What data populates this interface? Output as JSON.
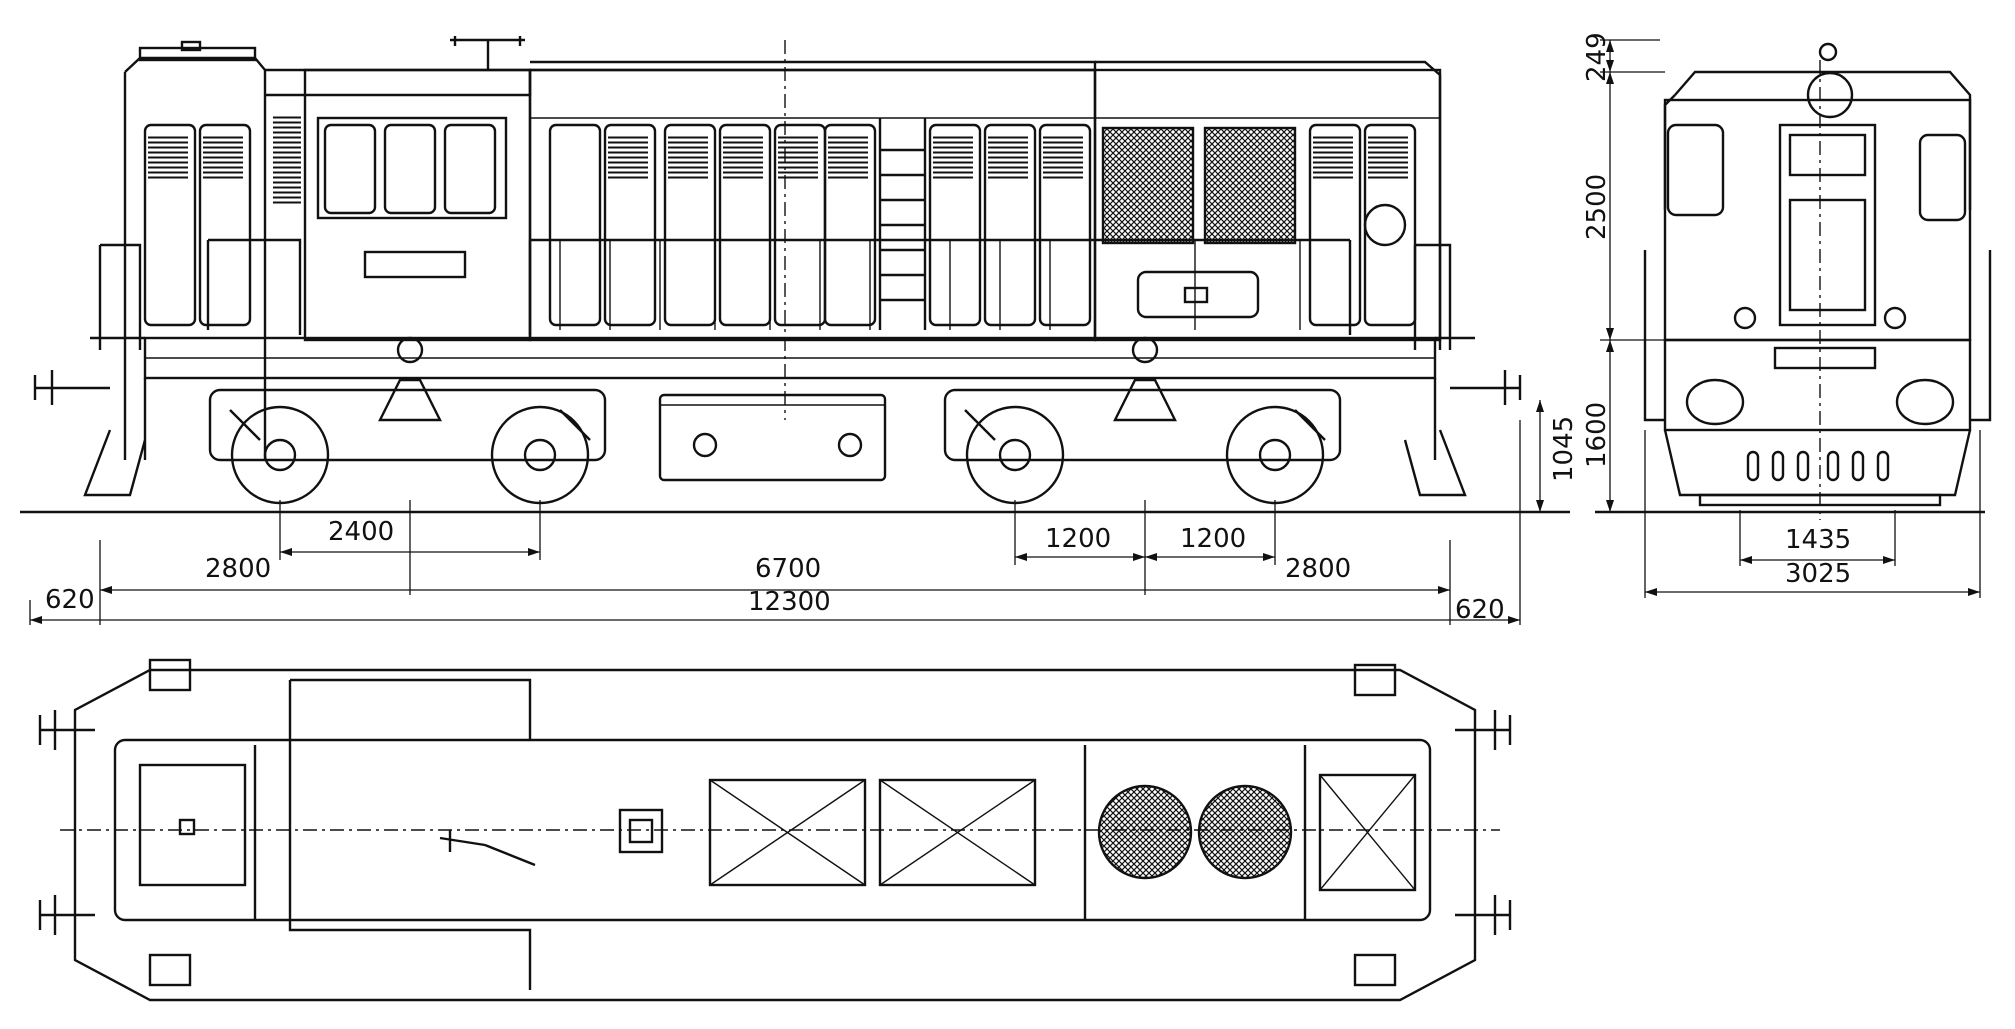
{
  "drawing": {
    "subject": "diesel-locomotive",
    "views": [
      "side-elevation",
      "front-elevation",
      "top-plan"
    ]
  },
  "side_view": {
    "dimensions": {
      "bogie_wheelbase": "2400",
      "axle_left": "1200",
      "axle_right": "1200",
      "end_left": "2800",
      "centres": "6700",
      "end_right": "2800",
      "buffer_left": "620",
      "overall": "12300",
      "buffer_right": "620",
      "buffer_height": "1045"
    }
  },
  "front_view": {
    "dimensions": {
      "top_dome": "249",
      "cab_height": "2500",
      "body_height": "1600",
      "gauge": "1435",
      "width": "3025"
    }
  }
}
